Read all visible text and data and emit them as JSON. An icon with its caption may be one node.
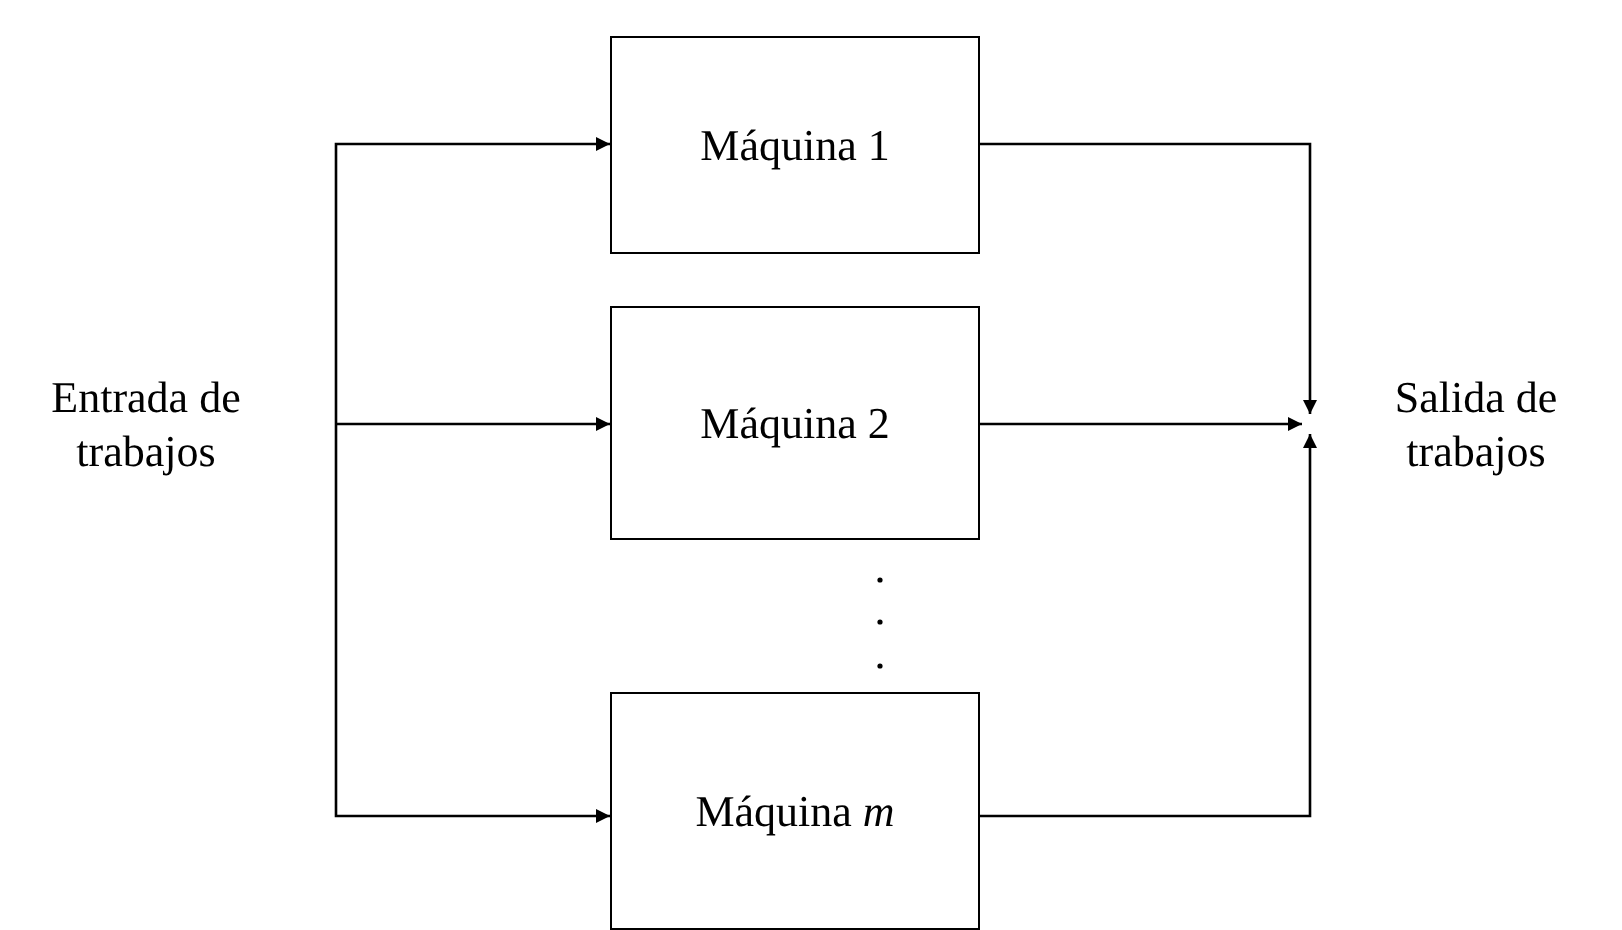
{
  "diagram": {
    "nodes": [
      {
        "text": [
          "Entrada de trabajos"
        ]
      },
      {
        "text": [
          "Máquina 1"
        ]
      },
      {
        "text": [
          "Máquina 2"
        ]
      },
      {
        "text": [
          "Máquina *m*"
        ]
      },
      {
        "text": [
          "Salida de trabajos"
        ]
      }
    ],
    "edges": [
      {
        "from": 0,
        "to": 1,
        "arrow": "to"
      },
      {
        "from": 0,
        "to": 2,
        "arrow": "to"
      },
      {
        "from": 0,
        "to": 3,
        "arrow": "to"
      },
      {
        "from": 1,
        "to": 4,
        "arrow": "to"
      },
      {
        "from": 2,
        "to": 4,
        "arrow": "to"
      },
      {
        "from": 3,
        "to": 4,
        "arrow": "to"
      }
    ]
  }
}
